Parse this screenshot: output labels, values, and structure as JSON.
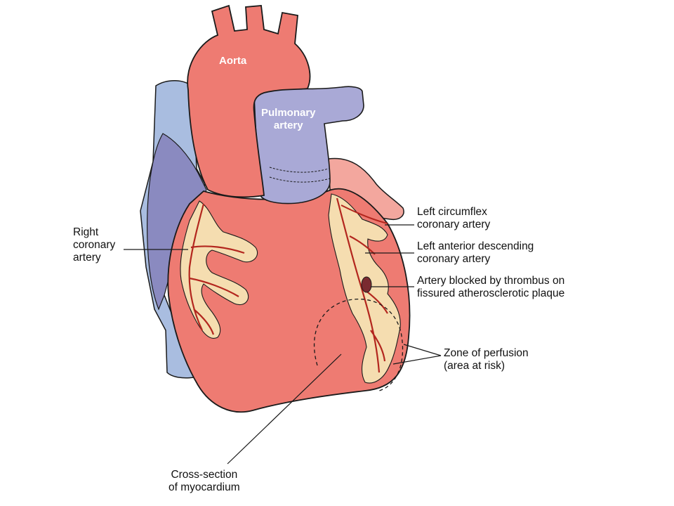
{
  "diagram": {
    "colors": {
      "myocardium": "#ee7b72",
      "outline": "#1a1a1a",
      "vein": "#a9bde0",
      "vein_dark": "#8a8ac0",
      "pulmonary": "#a9a9d6",
      "fat": "#f5ddb0",
      "artery_line": "#b3261e",
      "atrium": "#f3a79e"
    },
    "labels": {
      "aorta": "Aorta",
      "pulmonary_line1": "Pulmonary",
      "pulmonary_line2": "artery",
      "rca_line1": "Right",
      "rca_line2": "coronary",
      "rca_line3": "artery",
      "lcx_line1": "Left circumflex",
      "lcx_line2": "coronary artery",
      "lad_line1": "Left anterior descending",
      "lad_line2": "coronary artery",
      "blocked_line1": "Artery blocked by thrombus on",
      "blocked_line2": "fissured atherosclerotic plaque",
      "zone_line1": "Zone of perfusion",
      "zone_line2": "(area at risk)",
      "cross_line1": "Cross-section",
      "cross_line2": "of myocardium"
    }
  }
}
